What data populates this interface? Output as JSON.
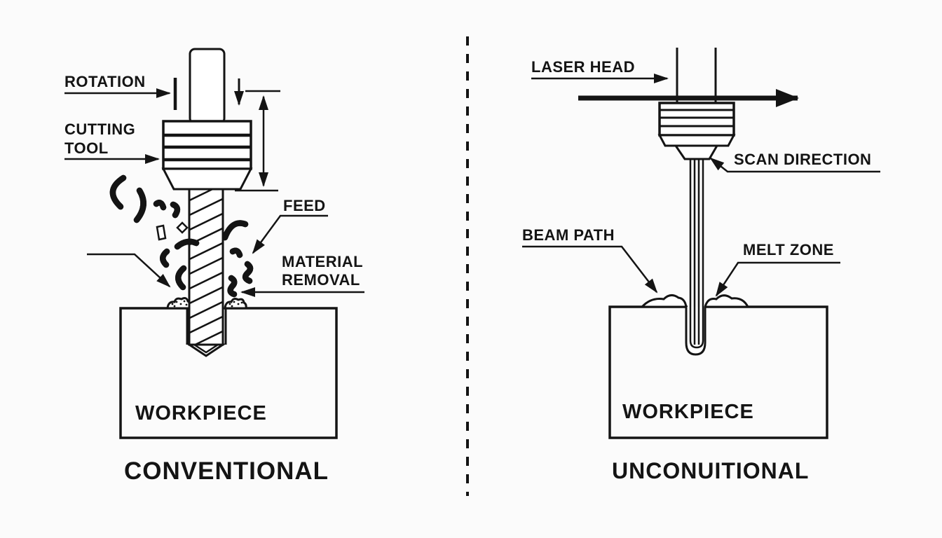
{
  "colors": {
    "background": "#fbfbfb",
    "ink": "#141414"
  },
  "panels": {
    "left": {
      "title": "CONVENTIONAL",
      "labels": {
        "rotation": "ROTATION",
        "cutting_tool": [
          "CUTTING",
          "TOOL"
        ],
        "feed": "FEED",
        "material_removal": [
          "MATERIAL",
          "REMOVAL"
        ],
        "workpiece": "WORKPIECE"
      }
    },
    "right": {
      "title": "UNCONUITIONAL",
      "labels": {
        "laser_head": "LASER HEAD",
        "scan_direction": "SCAN DIRECTION",
        "beam_path": "BEAM PATH",
        "melt_zone": "MELT ZONE",
        "workpiece": "WORKPIECE"
      }
    }
  }
}
